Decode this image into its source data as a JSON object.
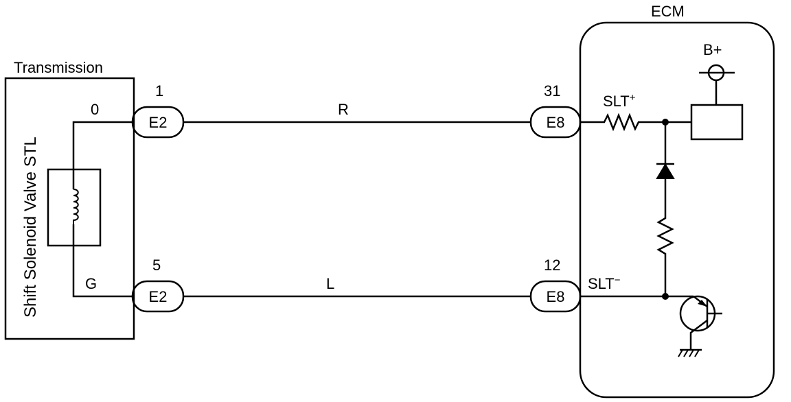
{
  "transmission": {
    "title": "Transmission",
    "solenoid_label": "Shift Solenoid Valve STL",
    "pin_top": "0",
    "pin_bottom": "G"
  },
  "connectors": {
    "left_top": {
      "pin": "1",
      "name": "E2"
    },
    "left_bottom": {
      "pin": "5",
      "name": "E2"
    },
    "right_top": {
      "pin": "31",
      "name": "E8"
    },
    "right_bottom": {
      "pin": "12",
      "name": "E8"
    }
  },
  "wires": {
    "top_color": "R",
    "bottom_color": "L"
  },
  "ecm": {
    "title": "ECM",
    "supply": "B+",
    "slt_plus_base": "SLT",
    "slt_plus_sup": "+",
    "slt_minus_base": "SLT",
    "slt_minus_sup": "−"
  }
}
